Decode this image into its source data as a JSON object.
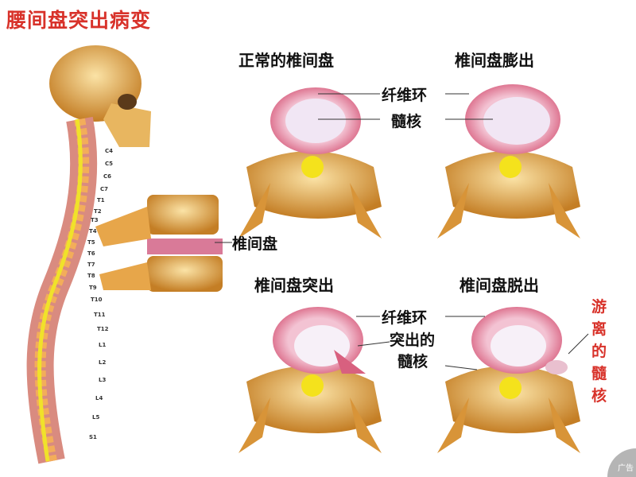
{
  "title": "腰间盘突出病变",
  "spine_labels": [
    "C4",
    "C5",
    "C6",
    "C7",
    "T1",
    "T2",
    "T3",
    "T4",
    "T5",
    "T6",
    "T7",
    "T8",
    "T9",
    "T10",
    "T11",
    "T12",
    "L1",
    "L2",
    "L3",
    "L4",
    "L5",
    "S1"
  ],
  "side_label": "椎间盘",
  "panels": {
    "normal": {
      "heading": "正常的椎间盘",
      "annulus": "纤维环",
      "nucleus": "髓核"
    },
    "bulge": {
      "heading": "椎间盘膨出"
    },
    "protrusion": {
      "heading": "椎间盘突出",
      "annulus": "纤维环",
      "protruded_1": "突出的",
      "protruded_2": "髓核"
    },
    "extrusion": {
      "heading": "椎间盘脱出",
      "free_1": "游",
      "free_2": "离",
      "free_3": "的",
      "free_4": "髓",
      "free_5": "核"
    }
  },
  "ad_badge": "广告",
  "colors": {
    "title_red": "#d8322a",
    "bone": "#e3a83c",
    "disc_pink": "#e48aa6",
    "nucleus": "#f1e6f4"
  }
}
